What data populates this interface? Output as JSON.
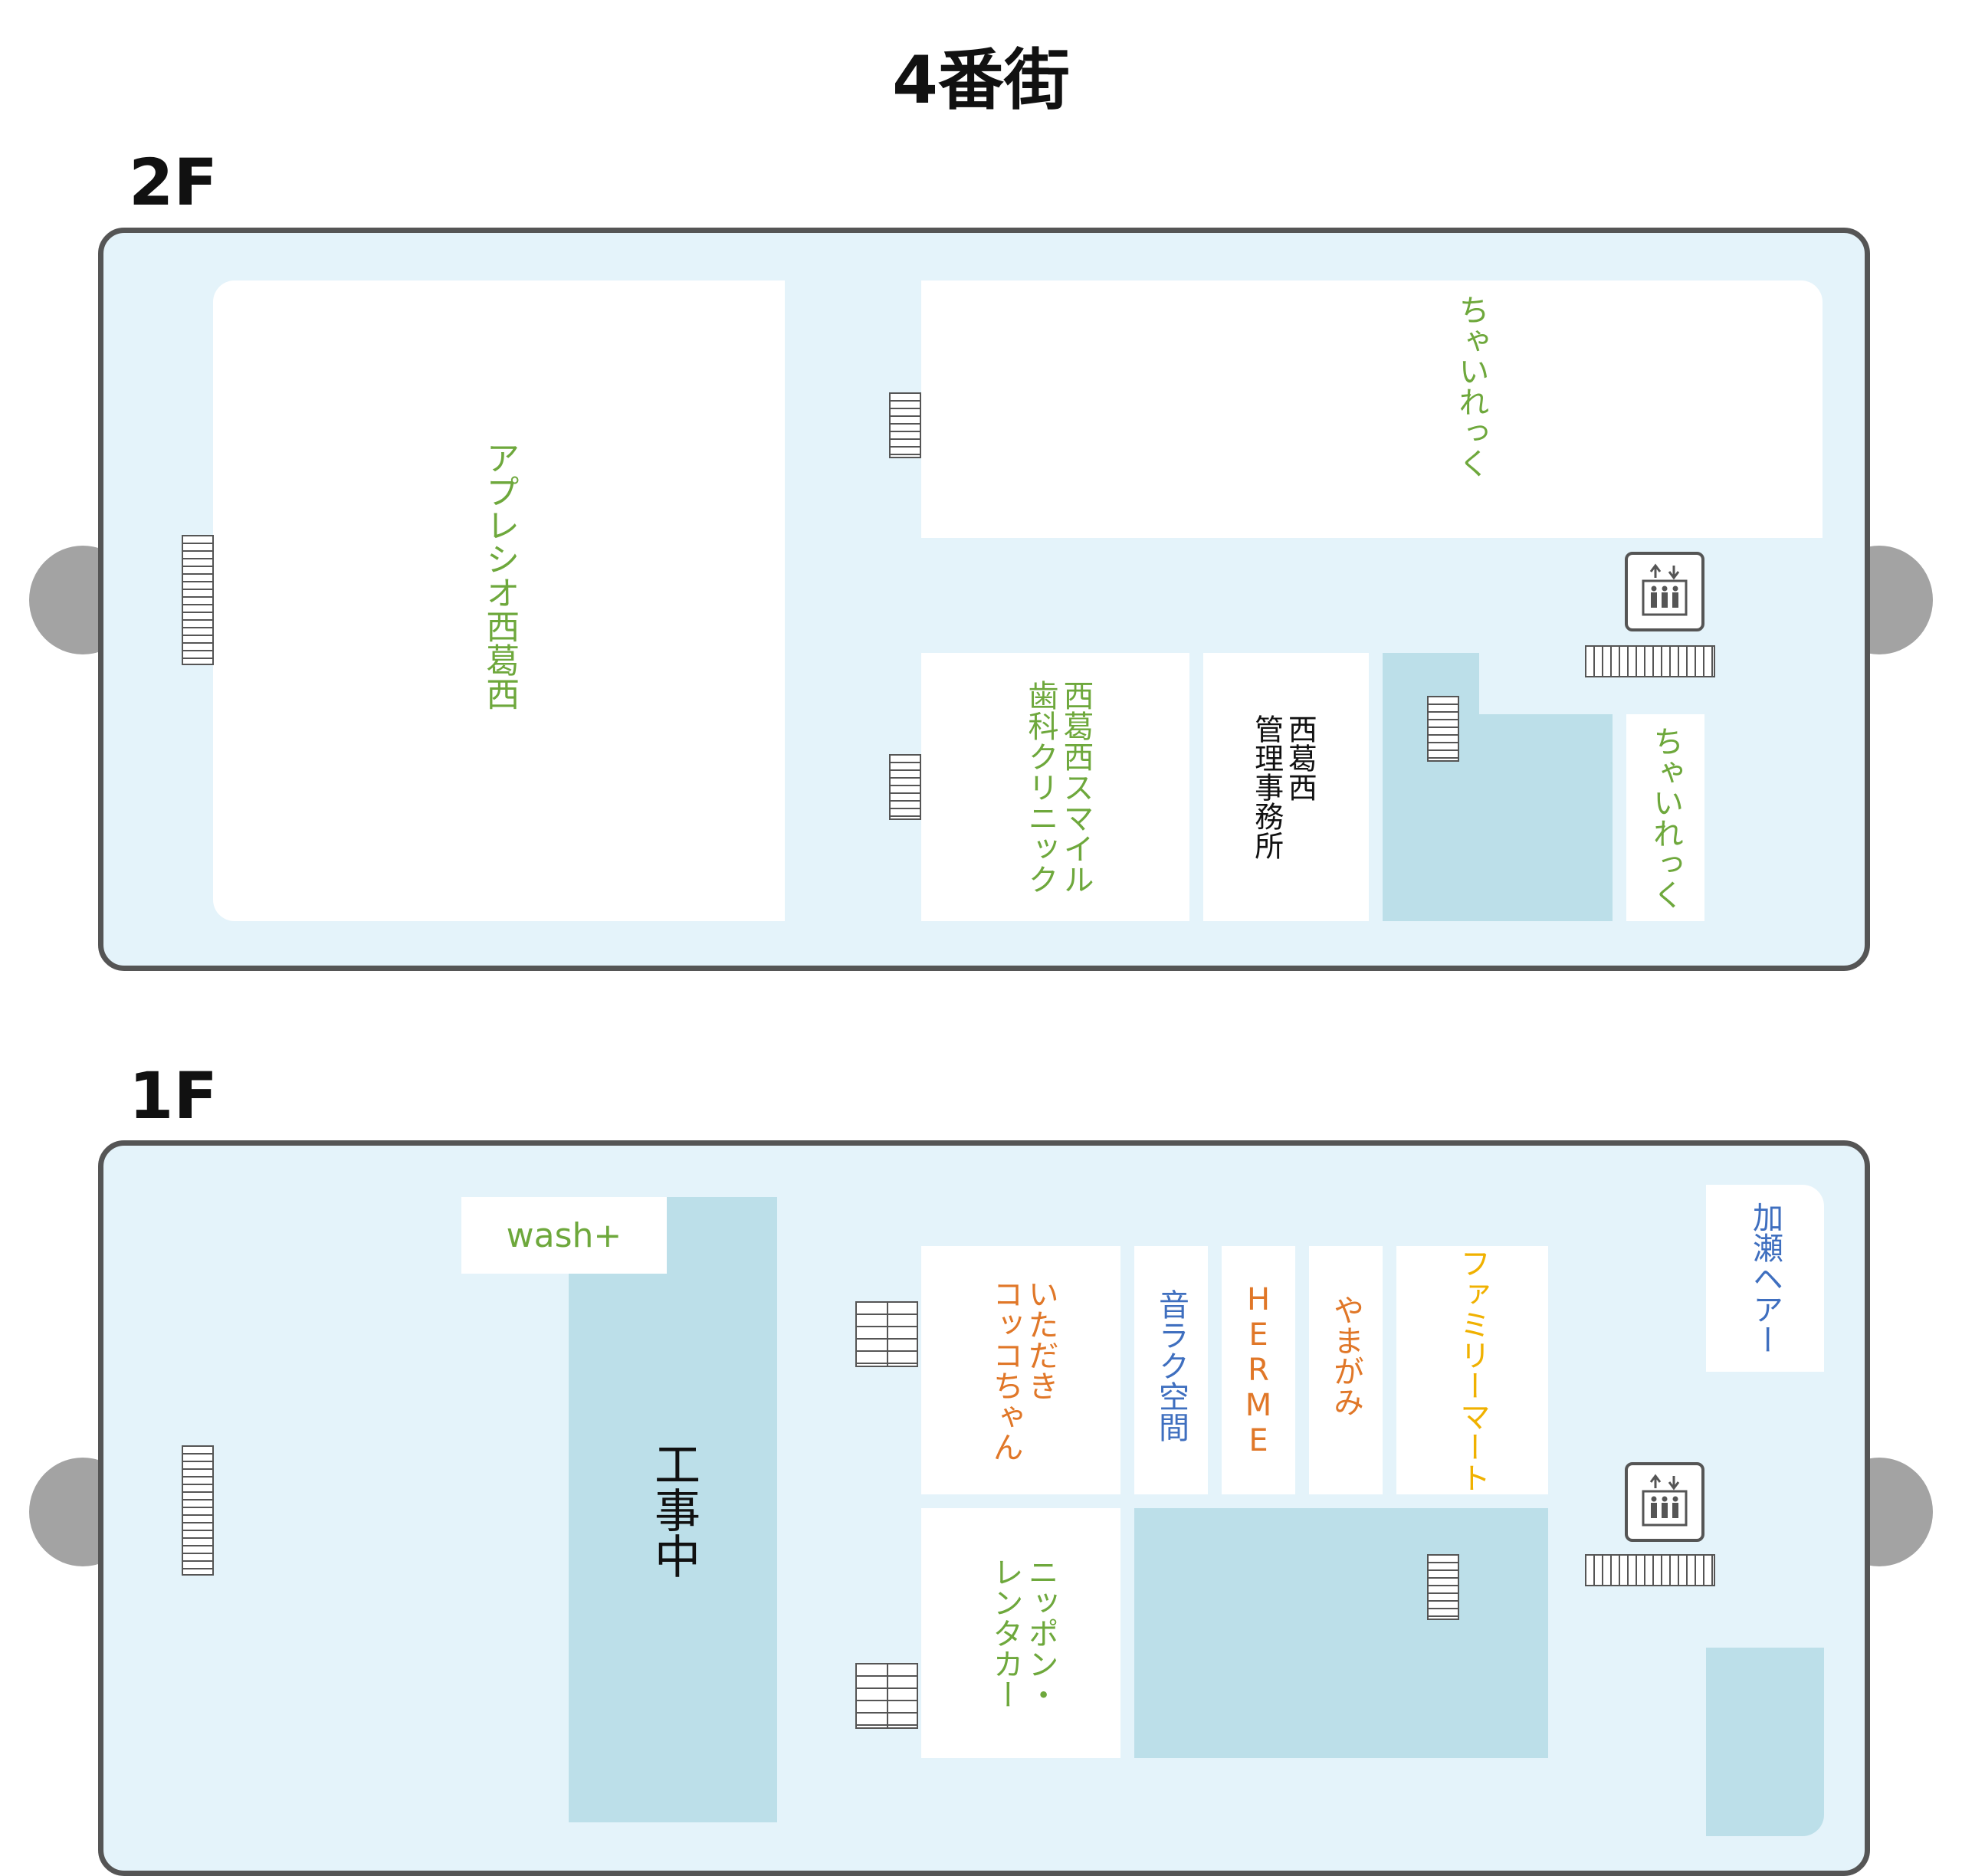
{
  "title": "4番街",
  "floors": {
    "f2": {
      "label": "2F",
      "stores": {
        "apreshio": "アプレシオ西葛西",
        "chaireku_top": "ちゃいれっく",
        "smile_dental": "西葛西スマイル\n歯科クリニック",
        "management": "西葛西\n管理事務所",
        "chaireku_small": "ちゃいれっく"
      }
    },
    "f1": {
      "label": "1F",
      "stores": {
        "wash_plus": "wash+",
        "construction": "工事中",
        "itadaki": "いただき\nコッコちゃん",
        "onraku": "音ラク空間",
        "herme": "HERME",
        "yamagami": "やまがみ",
        "familymart": "ファミリーマート",
        "kase_hair": "加瀬ヘアー",
        "nippon_rentacar": "ニッポン・\nレンタカー"
      }
    }
  },
  "colors": {
    "floor_bg": "#e4f3fa",
    "floor_border": "#555555",
    "void": "#bcdfe9",
    "green": "#6ea83c",
    "orange": "#e07728",
    "blue": "#3f6fbf",
    "yellow": "#f0b100"
  },
  "icons": [
    "stairs-icon",
    "elevator-icon"
  ]
}
